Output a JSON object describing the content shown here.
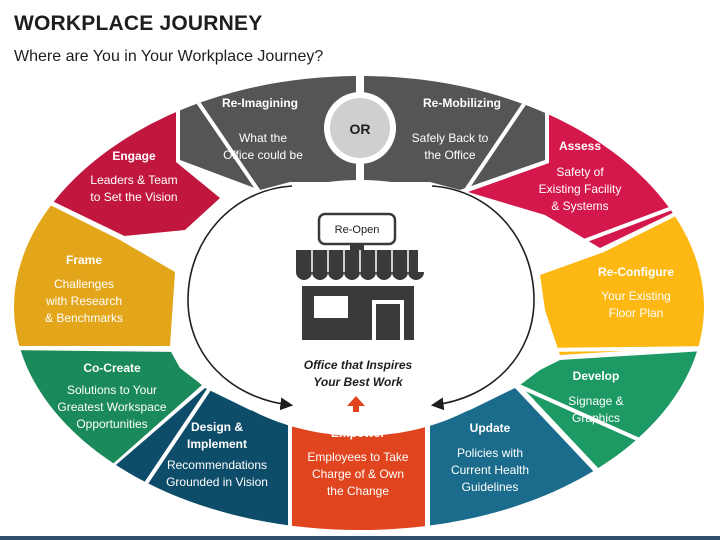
{
  "title": "WORKPLACE JOURNEY",
  "subtitle": "Where are You in Your Workplace Journey?",
  "or_label": "OR",
  "sign_label": "Re-Open",
  "center": {
    "line1": "Office that Inspires",
    "line2": "Your Best Work"
  },
  "colors": {
    "reimagining": "#555555",
    "remobilizing": "#555555",
    "assess": "#d4184b",
    "reconfigure": "#fdb813",
    "develop": "#1d9a63",
    "update": "#1b6c8c",
    "empower": "#e0451f",
    "design": "#0e4d69",
    "cocreate": "#1b8a5a",
    "frame": "#e3a51a",
    "engage": "#c1173f"
  },
  "segments": {
    "reimagining": {
      "title": "Re-Imagining",
      "desc1": "What the",
      "desc2": "Office could be"
    },
    "remobilizing": {
      "title": "Re-Mobilizing",
      "desc1": "Safely Back to",
      "desc2": "the Office"
    },
    "assess": {
      "title": "Assess",
      "desc1": "Safety of",
      "desc2": "Existing Facility",
      "desc3": "& Systems"
    },
    "reconfigure": {
      "title": "Re-Configure",
      "desc1": "Your Existing",
      "desc2": "Floor Plan"
    },
    "develop": {
      "title": "Develop",
      "desc1": "Signage &",
      "desc2": "Graphics"
    },
    "update": {
      "title": "Update",
      "desc1": "Policies with",
      "desc2": "Current Health",
      "desc3": "Guidelines"
    },
    "empower": {
      "title": "Empower",
      "desc1": "Employees to Take",
      "desc2": "Charge of & Own",
      "desc3": "the Change"
    },
    "design": {
      "title1": "Design &",
      "title2": "Implement",
      "desc1": "Recommendations",
      "desc2": "Grounded in Vision"
    },
    "cocreate": {
      "title": "Co-Create",
      "desc1": "Solutions to Your",
      "desc2": "Greatest Workspace",
      "desc3": "Opportunities"
    },
    "frame": {
      "title": "Frame",
      "desc1": "Challenges",
      "desc2": "with Research",
      "desc3": "& Benchmarks"
    },
    "engage": {
      "title": "Engage",
      "desc1": "Leaders & Team",
      "desc2": "to Set the Vision"
    }
  }
}
